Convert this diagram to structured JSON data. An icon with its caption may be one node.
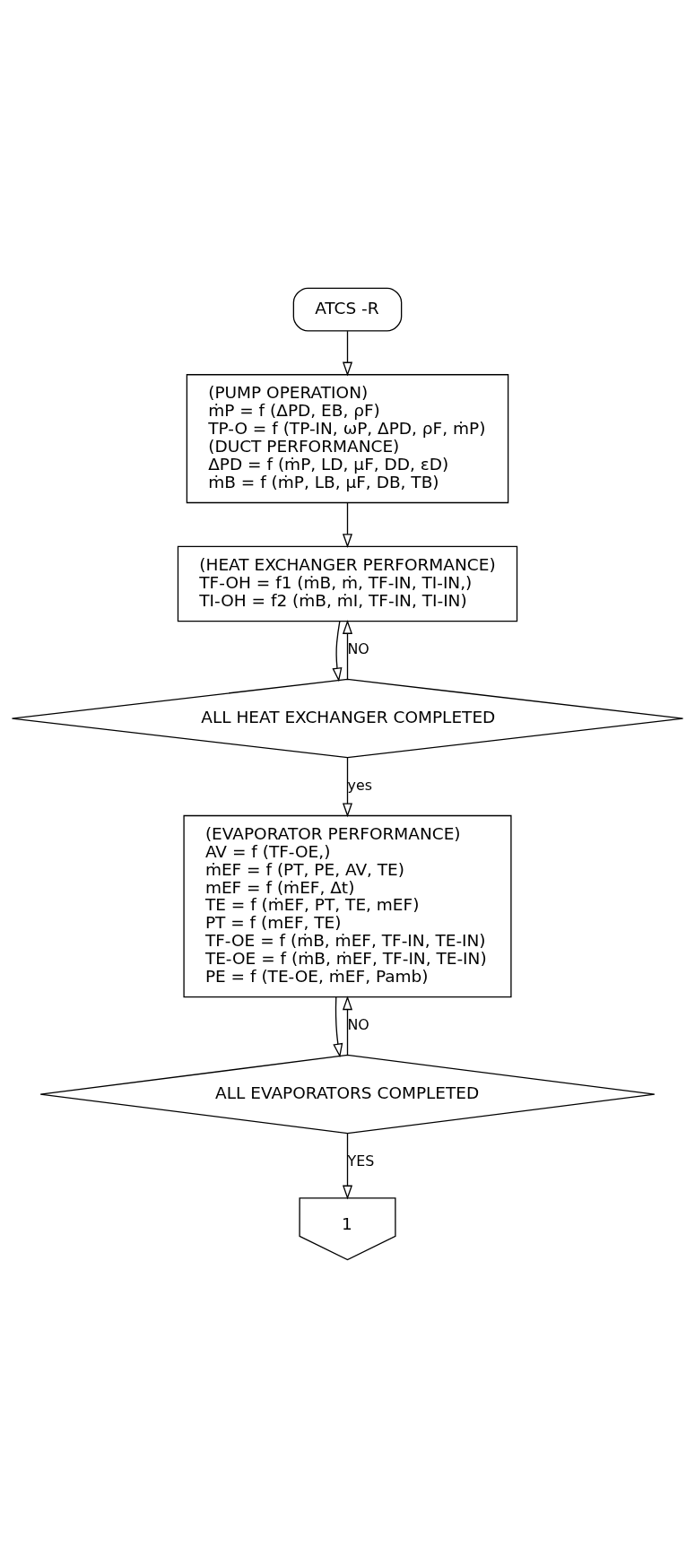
{
  "diagram": {
    "nodes": [
      {
        "text": [
          "ATCS -R"
        ]
      },
      {
        "text": [
          "(PUMP OPERATION)",
          "ṁP = f (ΔPD, EB, ρF)",
          "TP-O = f (TP-IN, ωP, ΔPD, ρF, ṁP)",
          "(DUCT PERFORMANCE)",
          "ΔPD = f (ṁP, LD, μF, DD, εD)",
          "ṁB = f (ṁP, LB, μF, DB, TB)"
        ]
      },
      {
        "text": [
          "(HEAT EXCHANGER PERFORMANCE)",
          "TF-OH = f1 (ṁB, ṁ, TF-IN, TI-IN,)",
          "TI-OH = f2 (ṁB, ṁI, TF-IN, TI-IN)"
        ]
      },
      {
        "text": [
          "ALL HEAT EXCHANGER COMPLETED"
        ]
      },
      {
        "text": [
          "(EVAPORATOR PERFORMANCE)",
          "AV = f (TF-OE,)",
          "ṁEF = f (PT, PE, AV, TE)",
          "mEF = f (ṁEF, Δt)",
          "TE = f (ṁEF, PT, TE, mEF)",
          "PT = f (mEF, TE)",
          "TF-OE = f (ṁB, ṁEF, TF-IN, TE-IN)",
          "TE-OE = f (ṁB, ṁEF, TF-IN, TE-IN)",
          "PE = f (TE-OE, ṁEF, Pamb)"
        ]
      },
      {
        "text": [
          "ALL EVAPORATORS COMPLETED"
        ]
      },
      {
        "text": [
          "1"
        ]
      }
    ],
    "edges": [
      {
        "from": 0,
        "to": 1,
        "arrow": "to"
      },
      {
        "from": 1,
        "to": 2,
        "arrow": "to"
      },
      {
        "from": 3,
        "to": 2,
        "arrow": "to",
        "label": "NO"
      },
      {
        "from": 2,
        "to": 3,
        "arrow": "to"
      },
      {
        "from": 3,
        "to": 4,
        "arrow": "to",
        "label": "yes"
      },
      {
        "from": 5,
        "to": 4,
        "arrow": "to",
        "label": "NO"
      },
      {
        "from": 4,
        "to": 5,
        "arrow": "to"
      },
      {
        "from": 5,
        "to": 6,
        "arrow": "to",
        "label": "YES"
      }
    ]
  }
}
